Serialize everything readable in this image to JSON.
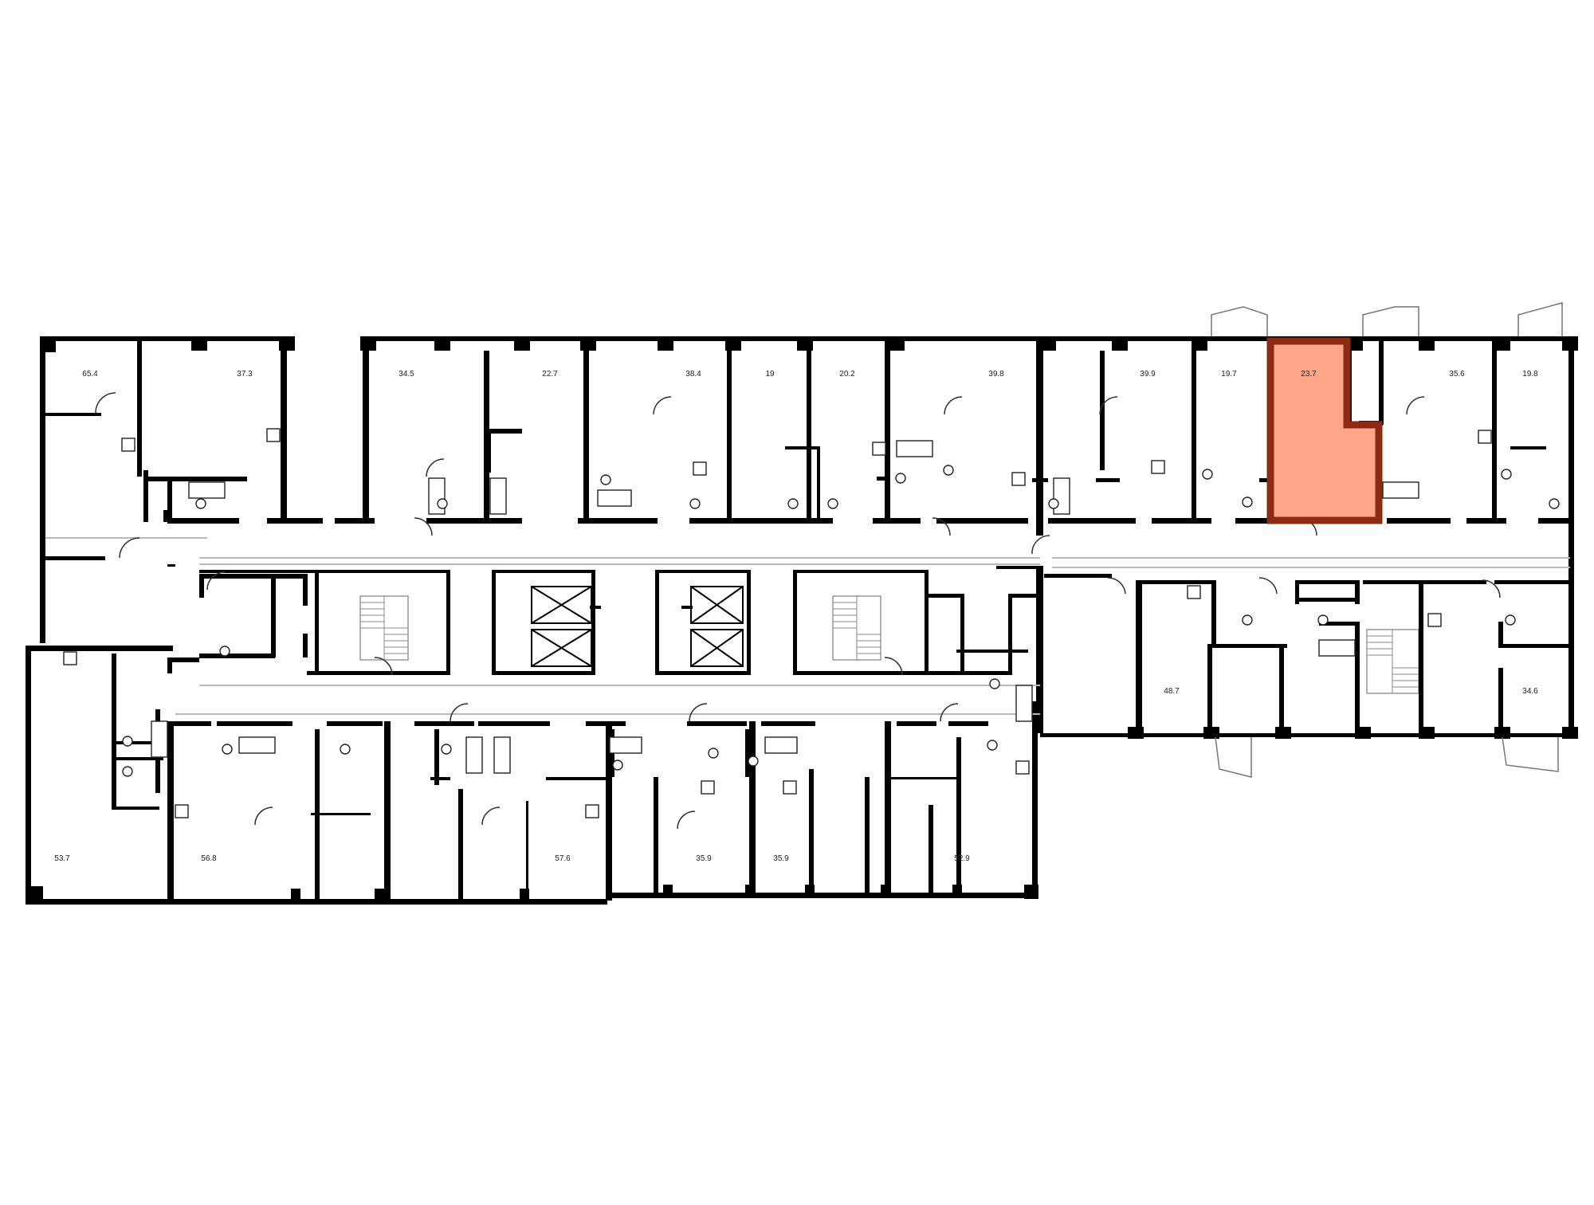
{
  "highlight_color": "#FFA58A",
  "highlight_border": "#8C2A14",
  "selected_apartment": {
    "area": "23.7"
  },
  "apartments_top": [
    {
      "area": "65.4"
    },
    {
      "area": "37.3"
    },
    {
      "area": "34.5"
    },
    {
      "area": "22.7"
    },
    {
      "area": "38.4"
    },
    {
      "area": "19"
    },
    {
      "area": "20.2"
    },
    {
      "area": "39.8"
    },
    {
      "area": "39.9"
    },
    {
      "area": "19.7"
    },
    {
      "area": "23.7"
    },
    {
      "area": "35.6"
    },
    {
      "area": "19.8"
    }
  ],
  "apartments_right_wing": [
    {
      "area": "48.7"
    },
    {
      "area": "34.6"
    }
  ],
  "apartments_bottom": [
    {
      "area": "53.7"
    },
    {
      "area": "56.8"
    },
    {
      "area": "57.6"
    },
    {
      "area": "35.9"
    },
    {
      "area": "35.9"
    },
    {
      "area": "52.9"
    }
  ],
  "icons": [
    "bathtub-icon",
    "toilet-icon",
    "sink-icon",
    "stove-icon",
    "shower-icon",
    "door-swing-icon",
    "stair-icon",
    "elevator-icon"
  ]
}
